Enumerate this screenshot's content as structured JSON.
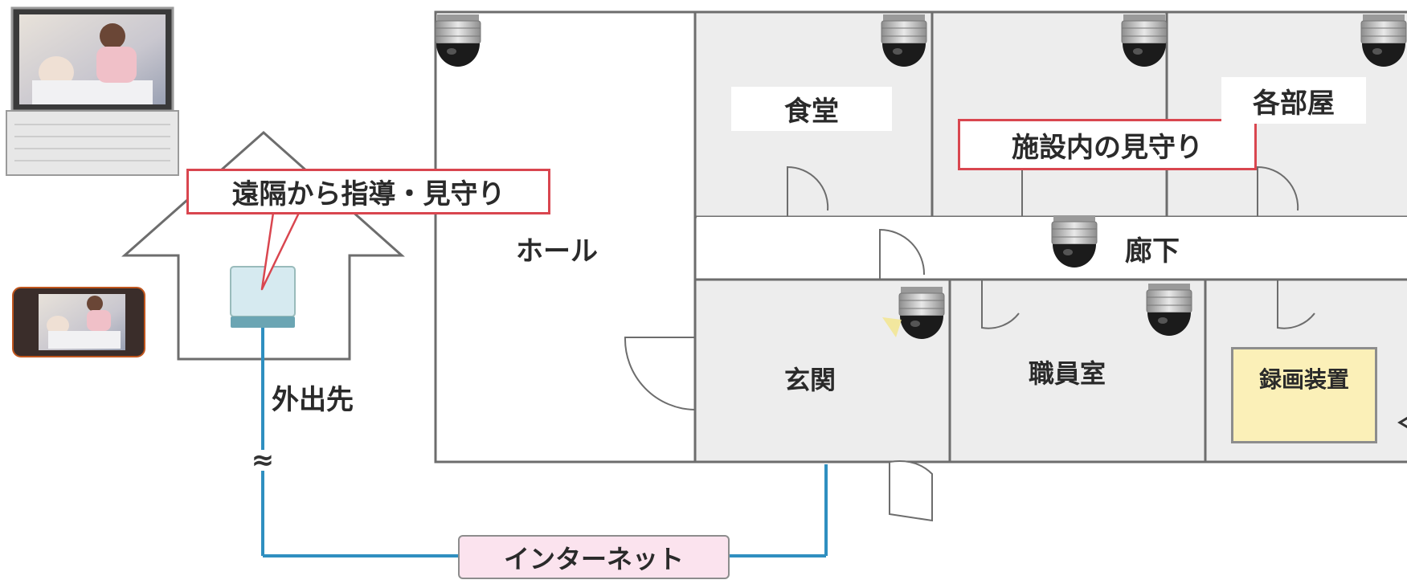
{
  "callouts": {
    "remote": "遠隔から指導・見守り",
    "facility": "施設内の見守り"
  },
  "rooms": {
    "hall": "ホール",
    "dining": "食堂",
    "rooms": "各部屋",
    "corridor": "廊下",
    "entrance": "玄関",
    "staff": "職員室",
    "recorder": "録画装置"
  },
  "remote_site": {
    "label": "外出先"
  },
  "network": {
    "internet": "インターネット"
  },
  "colors": {
    "line_blue": "#2f8fc0",
    "callout_red": "#d9464f",
    "internet_fill": "#fbe3ee",
    "recorder_fill": "#fbf0b8",
    "room_fill": "#ededed",
    "wall": "#6d6d6d"
  }
}
